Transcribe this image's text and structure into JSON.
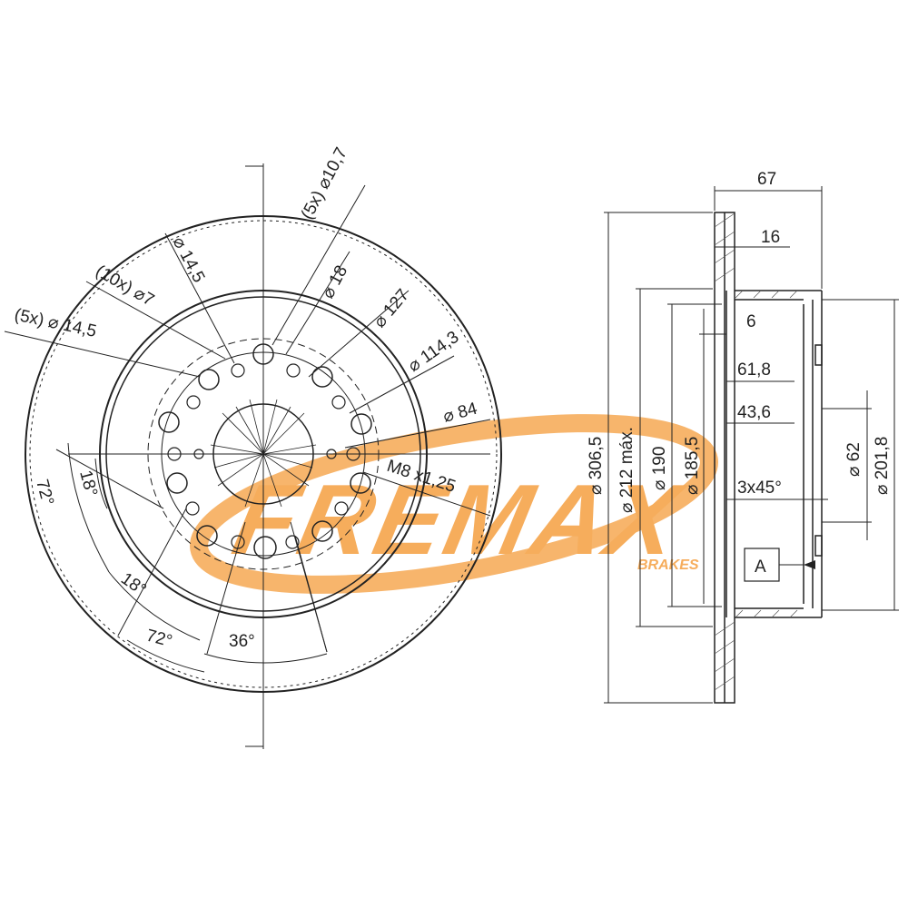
{
  "drawing": {
    "front_view": {
      "labels": {
        "bolt_holes_5x": "(5x)",
        "bolt_holes_5x_dia": "14,5",
        "holes_10x": "(10x)",
        "holes_10x_dia": "7",
        "hole_dia_14_5": "14,5",
        "holes_5x_b": "(5x)",
        "holes_5x_b_dia": "10,7",
        "dia_18": "18",
        "dia_127": "127",
        "dia_114_3": "114,3",
        "dia_84": "84",
        "thread": "M8",
        "thread_pitch": "x1,25",
        "angle_18_a": "18°",
        "angle_72_a": "72°",
        "angle_18_b": "18°",
        "angle_72_b": "72°",
        "angle_36": "36°"
      }
    },
    "side_view": {
      "labels": {
        "width_67": "67",
        "thickness_16": "16",
        "dim_6": "6",
        "dim_61_8": "61,8",
        "dim_43_6": "43,6",
        "chamfer": "3x45°",
        "datum": "A",
        "dia_306_5": "306,5",
        "dia_212_max": "212 máx.",
        "dia_190": "190",
        "dia_185_5": "185,5",
        "dia_62": "62",
        "dia_201_8": "201,8"
      }
    },
    "diameter_symbol": "⌀",
    "watermark": {
      "brand": "FREMAX",
      "sub": "BRAKES",
      "color": "#f6ad5c"
    }
  }
}
